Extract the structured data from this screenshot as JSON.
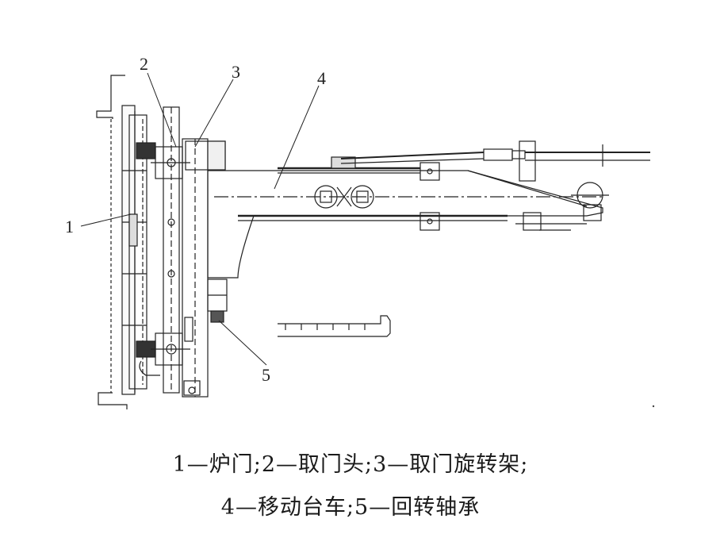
{
  "callouts": [
    "1",
    "2",
    "3",
    "4",
    "5"
  ],
  "caption": {
    "line1": "1—炉门;2—取门头;3—取门旋转架;",
    "line2": "4—移动台车;5—回转轴承"
  }
}
